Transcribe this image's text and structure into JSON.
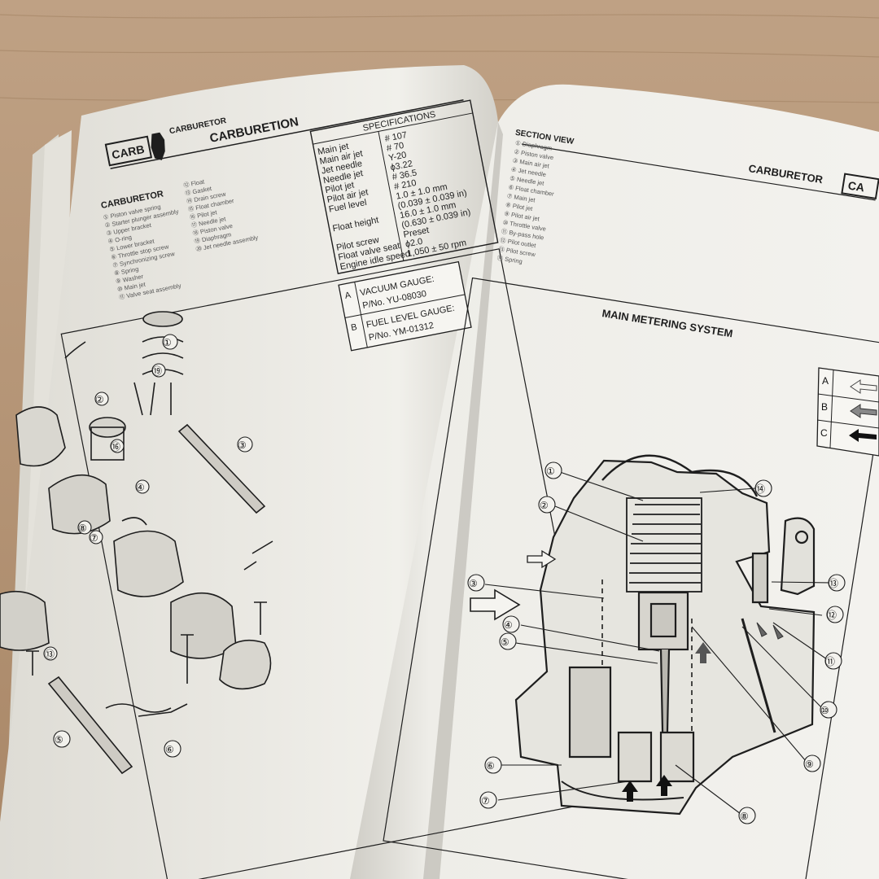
{
  "left_page": {
    "tag": "CARB",
    "running_head": "CARBURETOR",
    "title": "CARBURETION",
    "specs": {
      "heading": "SPECIFICATIONS",
      "rows": [
        {
          "label": "Main jet",
          "value": "# 107"
        },
        {
          "label": "Main air jet",
          "value": "# 70"
        },
        {
          "label": "Jet needle",
          "value": "Y-20"
        },
        {
          "label": "Needle jet",
          "value": "ϕ3.22"
        },
        {
          "label": "Pilot jet",
          "value": "# 36.5"
        },
        {
          "label": "Pilot air jet",
          "value": "# 210"
        },
        {
          "label": "Fuel level",
          "value": "1.0 ± 1.0 mm"
        },
        {
          "label": "",
          "value": "(0.039 ± 0.039 in)"
        },
        {
          "label": "Float height",
          "value": "16.0 ± 1.0 mm"
        },
        {
          "label": "",
          "value": "(0.630 ± 0.039 in)"
        },
        {
          "label": "Pilot screw",
          "value": "Preset"
        },
        {
          "label": "Float valve seat",
          "value": "ϕ2.0"
        },
        {
          "label": "Engine idle speed",
          "value": "1,050 ± 50 rpm"
        }
      ]
    },
    "parts_heading": "CARBURETOR",
    "parts_col1": [
      "① Piston valve spring",
      "② Starter plunger assembly",
      "③ Upper bracket",
      "④ O-ring",
      "⑤ Lower bracket",
      "⑥ Throttle stop screw",
      "⑦ Synchronizing screw",
      "⑧ Spring",
      "⑨ Washer",
      "⑩ Main jet",
      "⑪ Valve seat assembly"
    ],
    "parts_col2": [
      "⑫ Float",
      "⑬ Gasket",
      "⑭ Drain screw",
      "⑮ Float chamber",
      "⑯ Pilot jet",
      "⑰ Needle jet",
      "⑱ Piston valve",
      "⑲ Diaphragm",
      "⑳ Jet needle assembly"
    ],
    "tools": [
      {
        "key": "A",
        "line1": "VACUUM GAUGE:",
        "line2": "P/No. YU-08030"
      },
      {
        "key": "B",
        "line1": "FUEL LEVEL GAUGE:",
        "line2": "P/No. YM-01312"
      }
    ],
    "callouts": [
      "①",
      "②",
      "③",
      "④",
      "⑤",
      "⑥",
      "⑦",
      "⑧",
      "⑬",
      "⑯",
      "⑲"
    ]
  },
  "right_page": {
    "running_head": "CARBURETOR",
    "tag": "CA",
    "section_heading": "SECTION VIEW",
    "section_items": [
      "① Diaphragm",
      "② Piston valve",
      "③ Main air jet",
      "④ Jet needle",
      "⑤ Needle jet",
      "⑥ Float chamber",
      "⑦ Main jet",
      "⑧ Pilot jet",
      "⑨ Pilot air jet",
      "⑩ Throttle valve",
      "⑪ By-pass hole",
      "⑫ Pilot outlet",
      "⑬ Pilot screw",
      "⑭ Spring"
    ],
    "diagram_title": "MAIN METERING SYSTEM",
    "legend_keys": [
      "A",
      "B",
      "C"
    ],
    "callouts": [
      "①",
      "②",
      "③",
      "④",
      "⑤",
      "⑥",
      "⑦",
      "⑧",
      "⑨",
      "⑩",
      "⑪",
      "⑫",
      "⑬",
      "⑭"
    ]
  },
  "colors": {
    "table": "#b79878",
    "paper": "#ecebe6",
    "ink": "#1e1e1e"
  }
}
